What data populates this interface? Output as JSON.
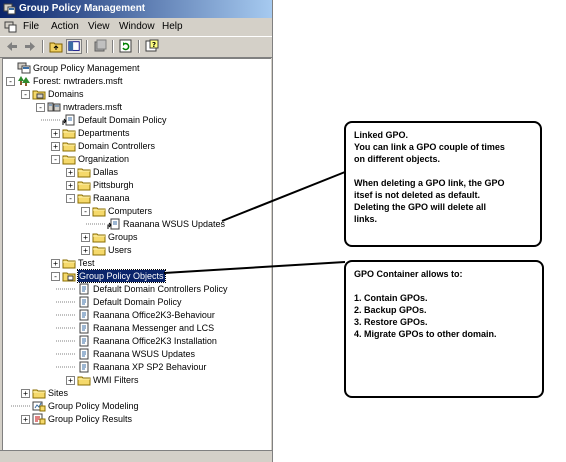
{
  "window": {
    "title": "Group Policy Management"
  },
  "menu": {
    "file": "File",
    "action": "Action",
    "view": "View",
    "window": "Window",
    "help": "Help"
  },
  "tree": {
    "root": "Group Policy Management",
    "forest": "Forest: nwtraders.msft",
    "domains": "Domains",
    "domain": "nwtraders.msft",
    "default_domain_policy": "Default Domain Policy",
    "departments": "Departments",
    "domain_controllers": "Domain Controllers",
    "organization": "Organization",
    "dallas": "Dallas",
    "pittsburgh": "Pittsburgh",
    "raanana": "Raanana",
    "computers": "Computers",
    "raanana_wsus_link": "Raanana WSUS Updates",
    "groups": "Groups",
    "users": "Users",
    "test": "Test",
    "gpo_container": "Group Policy Objects",
    "gpos": [
      "Default Domain Controllers Policy",
      "Default Domain Policy",
      "Raanana Office2K3-Behaviour",
      "Raanana Messenger and LCS",
      "Raanana Office2K3 Installation",
      "Raanana WSUS Updates",
      "Raanana XP SP2 Behaviour"
    ],
    "wmi_filters": "WMI Filters",
    "sites": "Sites",
    "modeling": "Group Policy Modeling",
    "results": "Group Policy Results"
  },
  "callout1": {
    "line1": "Linked GPO.",
    "line2": "You can link a GPO couple of times",
    "line3": "on different objects.",
    "line4": "When deleting a GPO link, the GPO",
    "line5": "itsef is not deleted as default.",
    "line6": "Deleting the GPO will delete all",
    "line7": "links."
  },
  "callout2": {
    "title": "GPO Container allows to:",
    "item1": "1. Contain GPOs.",
    "item2": "2. Backup GPOs.",
    "item3": "3. Restore GPOs.",
    "item4": "4. Migrate GPOs to other domain."
  },
  "icons": {
    "folder": "folder-icon",
    "gpo": "gpo-icon",
    "link": "gpo-link-icon",
    "forest": "forest-icon",
    "domain": "domain-icon"
  }
}
